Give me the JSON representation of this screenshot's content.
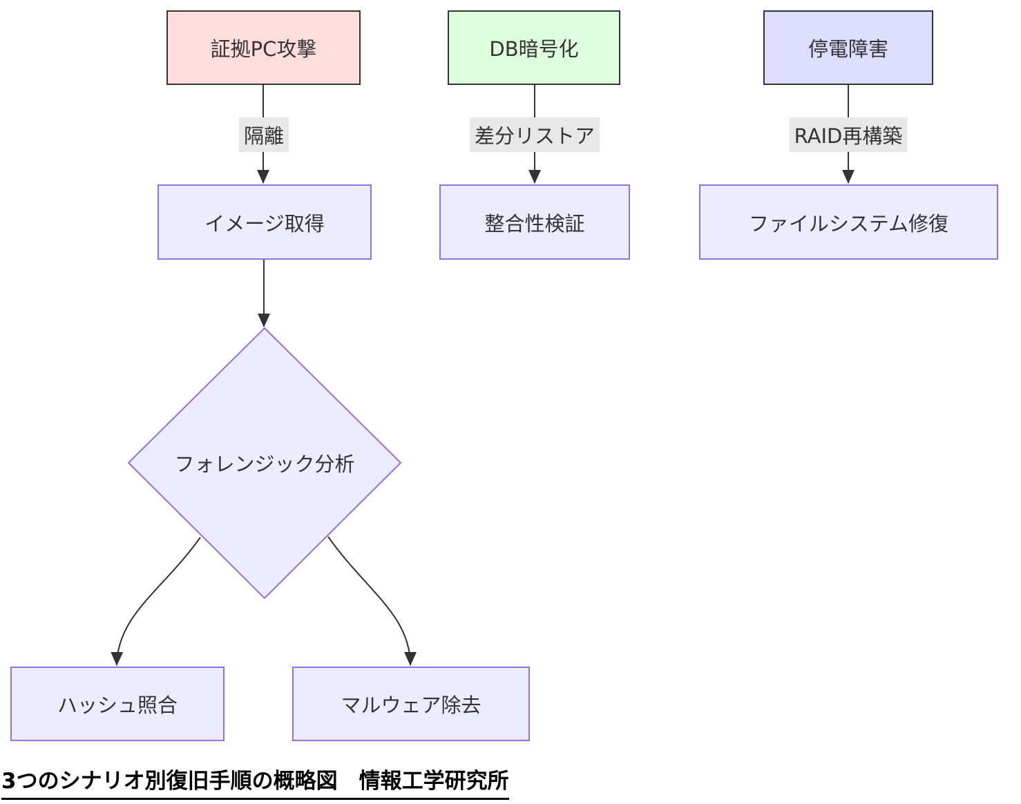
{
  "diagram": {
    "type": "flowchart",
    "direction": "top-down",
    "caption": "3つのシナリオ別復旧手順の概略図　情報工学研究所",
    "colors": {
      "scenario_pink_fill": "#ffdddd",
      "scenario_green_fill": "#ddffdd",
      "scenario_lavender_fill": "#ddddff",
      "scenario_border": "#333333",
      "node_default_fill": "#ececff",
      "node_default_border": "#9370db",
      "edge_color": "#333333",
      "edge_label_background": "#e8e8e8",
      "text_color": "#333333",
      "caption_color": "#000000"
    },
    "nodes": {
      "attack": {
        "label": "証拠PC攻撃",
        "shape": "rect",
        "fill": "#ffdddd"
      },
      "db": {
        "label": "DB暗号化",
        "shape": "rect",
        "fill": "#ddffdd"
      },
      "outage": {
        "label": "停電障害",
        "shape": "rect",
        "fill": "#ddddff"
      },
      "image": {
        "label": "イメージ取得",
        "shape": "rect",
        "fill": "#ececff"
      },
      "integrity": {
        "label": "整合性検証",
        "shape": "rect",
        "fill": "#ececff"
      },
      "fsrepair": {
        "label": "ファイルシステム修復",
        "shape": "rect",
        "fill": "#ececff"
      },
      "forensic": {
        "label": "フォレンジック分析",
        "shape": "diamond",
        "fill": "#ececff"
      },
      "hash": {
        "label": "ハッシュ照合",
        "shape": "rect",
        "fill": "#ececff"
      },
      "malware": {
        "label": "マルウェア除去",
        "shape": "rect",
        "fill": "#ececff"
      }
    },
    "edges": [
      {
        "from": "証拠PC攻撃",
        "to": "イメージ取得",
        "label": "隔離"
      },
      {
        "from": "イメージ取得",
        "to": "フォレンジック分析",
        "label": ""
      },
      {
        "from": "フォレンジック分析",
        "to": "ハッシュ照合",
        "label": ""
      },
      {
        "from": "フォレンジック分析",
        "to": "マルウェア除去",
        "label": ""
      },
      {
        "from": "DB暗号化",
        "to": "整合性検証",
        "label": "差分リストア"
      },
      {
        "from": "停電障害",
        "to": "ファイルシステム修復",
        "label": "RAID再構築"
      }
    ]
  }
}
